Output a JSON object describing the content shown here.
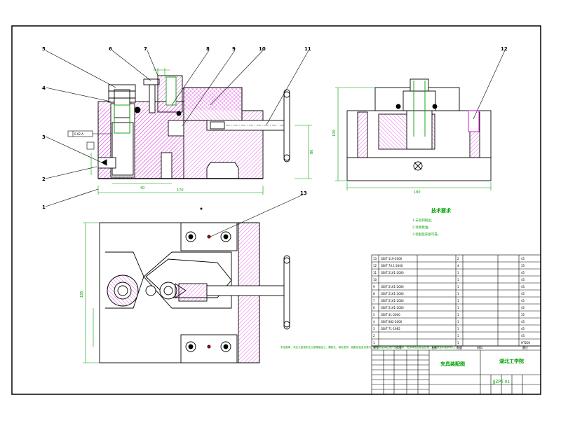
{
  "callouts": [
    "1",
    "2",
    "3",
    "4",
    "5",
    "6",
    "7",
    "8",
    "9",
    "10",
    "11",
    "12",
    "13"
  ],
  "dimensions": {
    "front_width": "170",
    "front_small": "40",
    "front_height": "80",
    "side_width": "180",
    "side_height": "100",
    "top_height": "185",
    "tolerance_box": "0.02 A"
  },
  "tech_requirements": {
    "title": "技术要求",
    "lines": [
      "1.去毛刺锐边。",
      "2.涂防锈油。",
      "3.装配后夹紧可靠。"
    ]
  },
  "bottom_note": "未注倒角，未注公差按未注公差等级加工，螺纹孔，销孔配作，装配后检查夹紧力，定位精度满足零件加工要求，夹具体表面发蓝处理，其余按技术要求执行。",
  "parts_rows": [
    {
      "no": "13",
      "code": "GB/T 119-2000",
      "qty": "2",
      "mat": "45"
    },
    {
      "no": "12",
      "code": "GB/T 70.1-2000",
      "qty": "4",
      "mat": "35"
    },
    {
      "no": "11",
      "code": "GB/T 2161-2000",
      "qty": "1",
      "mat": "45"
    },
    {
      "no": "10",
      "code": "",
      "qty": "1",
      "mat": "45"
    },
    {
      "no": "9",
      "code": "GB/T 2161-2000",
      "qty": "1",
      "mat": "45"
    },
    {
      "no": "8",
      "code": "GB/T 2161-2000",
      "qty": "1",
      "mat": "45"
    },
    {
      "no": "7",
      "code": "GB/T 2161-2000",
      "qty": "1",
      "mat": "45"
    },
    {
      "no": "6",
      "code": "GB/T 2161-2000",
      "qty": "1",
      "mat": "45"
    },
    {
      "no": "5",
      "code": "GB/T 41-2000",
      "qty": "1",
      "mat": "35"
    },
    {
      "no": "4",
      "code": "GB/T 882-2000",
      "qty": "1",
      "mat": "45"
    },
    {
      "no": "3",
      "code": "GB/T 71-1985",
      "qty": "1",
      "mat": "45"
    },
    {
      "no": "2",
      "code": "",
      "qty": "1",
      "mat": "45"
    },
    {
      "no": "1",
      "code": "",
      "qty": "1",
      "mat": "HT200"
    }
  ],
  "title_block": {
    "drawing_name": "夹具装配图",
    "school": "湖北工学院",
    "drawing_no": "JJZPT-01",
    "header_cols": [
      "序号",
      "代号",
      "名称",
      "数量",
      "材料",
      "备注"
    ]
  }
}
